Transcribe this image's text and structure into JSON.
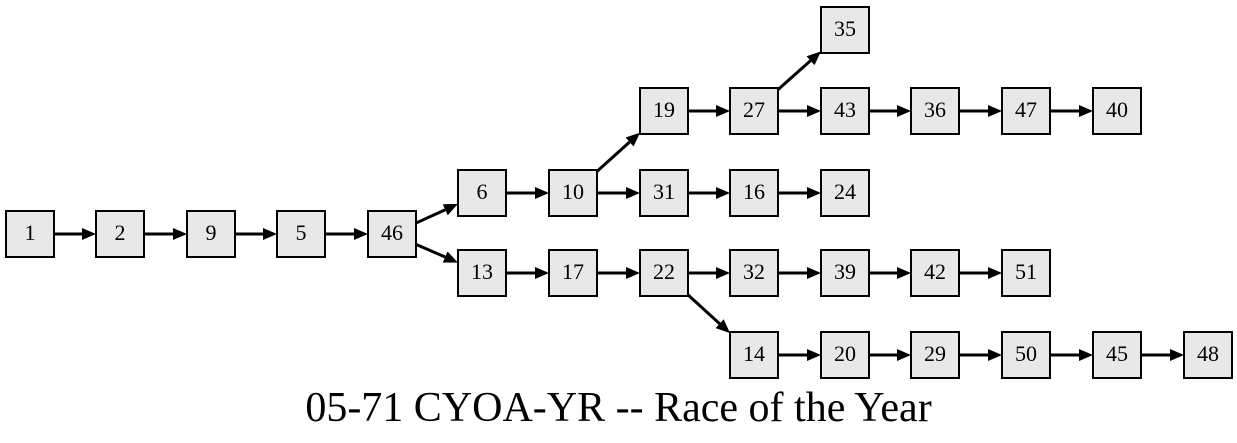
{
  "title": "05-71 CYOA-YR -- Race of the Year",
  "nodes": [
    "1",
    "2",
    "9",
    "5",
    "46",
    "6",
    "13",
    "10",
    "17",
    "19",
    "31",
    "22",
    "27",
    "16",
    "32",
    "14",
    "35",
    "43",
    "24",
    "39",
    "20",
    "36",
    "42",
    "29",
    "47",
    "51",
    "50",
    "40",
    "45",
    "48"
  ],
  "edges": [
    [
      "1",
      "2"
    ],
    [
      "2",
      "9"
    ],
    [
      "9",
      "5"
    ],
    [
      "5",
      "46"
    ],
    [
      "46",
      "6"
    ],
    [
      "46",
      "13"
    ],
    [
      "6",
      "10"
    ],
    [
      "10",
      "19"
    ],
    [
      "10",
      "31"
    ],
    [
      "19",
      "27"
    ],
    [
      "27",
      "35"
    ],
    [
      "27",
      "43"
    ],
    [
      "43",
      "36"
    ],
    [
      "36",
      "47"
    ],
    [
      "47",
      "40"
    ],
    [
      "31",
      "16"
    ],
    [
      "16",
      "24"
    ],
    [
      "13",
      "17"
    ],
    [
      "17",
      "22"
    ],
    [
      "22",
      "32"
    ],
    [
      "22",
      "14"
    ],
    [
      "32",
      "39"
    ],
    [
      "39",
      "42"
    ],
    [
      "42",
      "51"
    ],
    [
      "14",
      "20"
    ],
    [
      "20",
      "29"
    ],
    [
      "29",
      "50"
    ],
    [
      "50",
      "45"
    ],
    [
      "45",
      "48"
    ]
  ]
}
